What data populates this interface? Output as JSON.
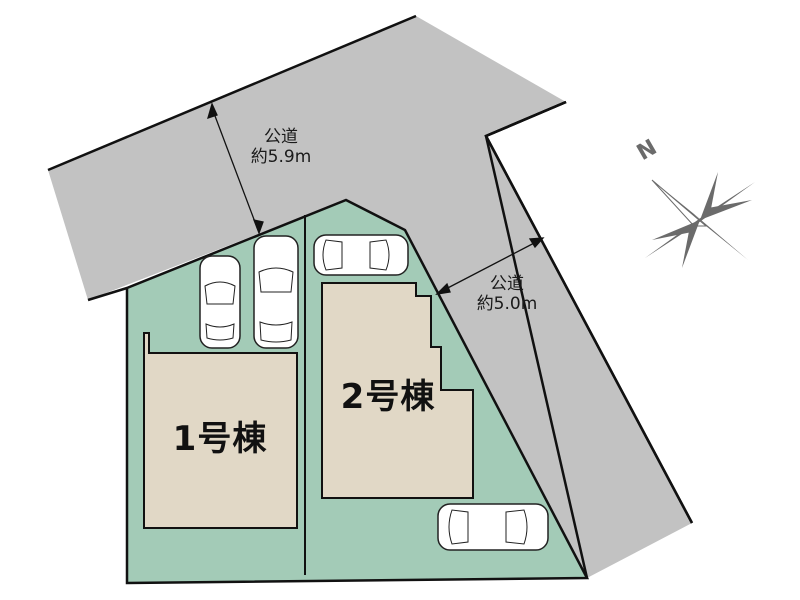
{
  "colors": {
    "road": "#c2c2c2",
    "lot": "#a3cbb7",
    "building": "#e1d8c6",
    "outline": "#111111",
    "compass": "#6b6b6b"
  },
  "roads": [
    {
      "id": "north-road",
      "type": "公道",
      "width": "約5.9m"
    },
    {
      "id": "east-road",
      "type": "公道",
      "width": "約5.0m"
    }
  ],
  "buildings": [
    {
      "id": "building-1",
      "label": "1号棟"
    },
    {
      "id": "building-2",
      "label": "2号棟"
    }
  ],
  "compass": {
    "north_label": "N"
  },
  "parking": {
    "lot1_cars": 2,
    "lot2_cars": 2
  }
}
